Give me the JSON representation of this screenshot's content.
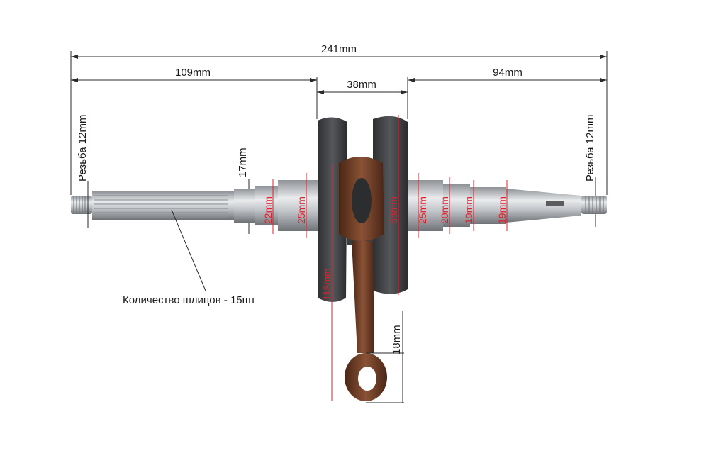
{
  "colors": {
    "accent_red": "#e0202c",
    "steel": "#b9bcc0",
    "bronze": "#6b3a22",
    "dark_iron": "#3a3b3d"
  },
  "labels": {
    "total_length": "241mm",
    "left_length": "109mm",
    "middle_width": "38mm",
    "right_length": "94mm",
    "left_thread": "Резьба 12mm",
    "right_thread": "Резьба 12mm",
    "left_step": "17mm",
    "rod_width": "18mm",
    "spline_note": "Количество шлицов - 15шт"
  },
  "red_labels": {
    "d22": "22mm",
    "d25_left": "25mm",
    "web": "83mm",
    "d25_right": "25mm",
    "d20": "20mm",
    "d19_a": "19mm",
    "d19_b": "19mm",
    "rod_length": "118mm"
  }
}
